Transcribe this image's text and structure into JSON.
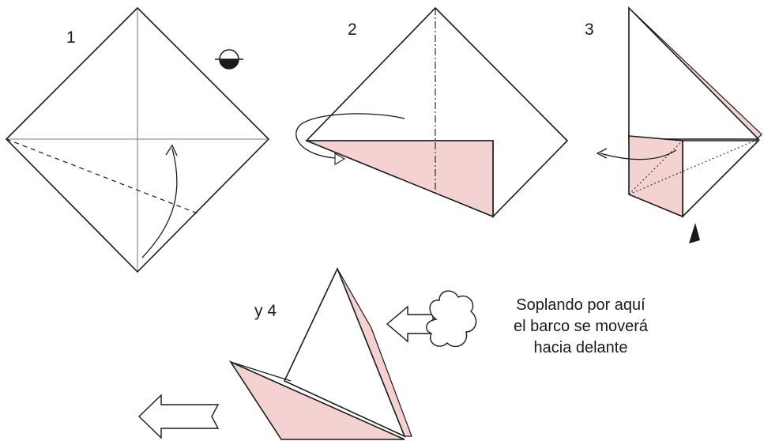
{
  "steps": [
    {
      "label": "1"
    },
    {
      "label": "2"
    },
    {
      "label": "3"
    },
    {
      "label": "y 4"
    }
  ],
  "caption": {
    "lines": [
      "Soplando por aquí",
      "el barco se moverá",
      "hacia delante"
    ]
  },
  "colors": {
    "paper_back": "#f5d2d2",
    "line": "#1a1a1a",
    "background": "#ffffff"
  }
}
